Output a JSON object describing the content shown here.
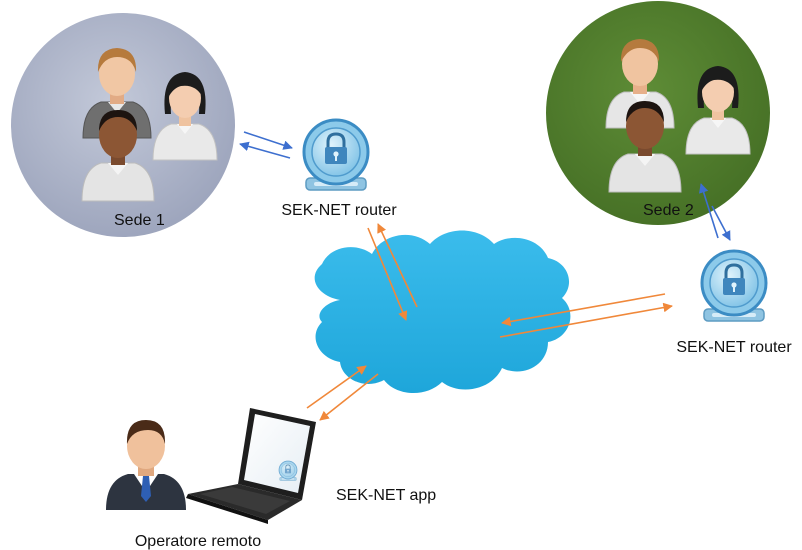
{
  "labels": {
    "site1": "Sede 1",
    "site2": "Sede 2",
    "router1": "SEK-NET router",
    "router2": "SEK-NET router",
    "app": "SEK-NET app",
    "operator": "Operatore remoto"
  },
  "colors": {
    "site1_fill": "#a4abc1",
    "site2_fill": "#4d7a2b",
    "cloud_fill": "#26b0e3",
    "arrow_orange": "#f0883a",
    "arrow_blue": "#3d6fcf",
    "router_body": "#9fd0ea",
    "laptop_body": "#1e1e1e"
  },
  "icons": {
    "users_group": "users-group-icon",
    "router": "router-lock-icon",
    "cloud": "cloud-icon",
    "laptop": "laptop-icon",
    "operator": "businessman-icon"
  }
}
